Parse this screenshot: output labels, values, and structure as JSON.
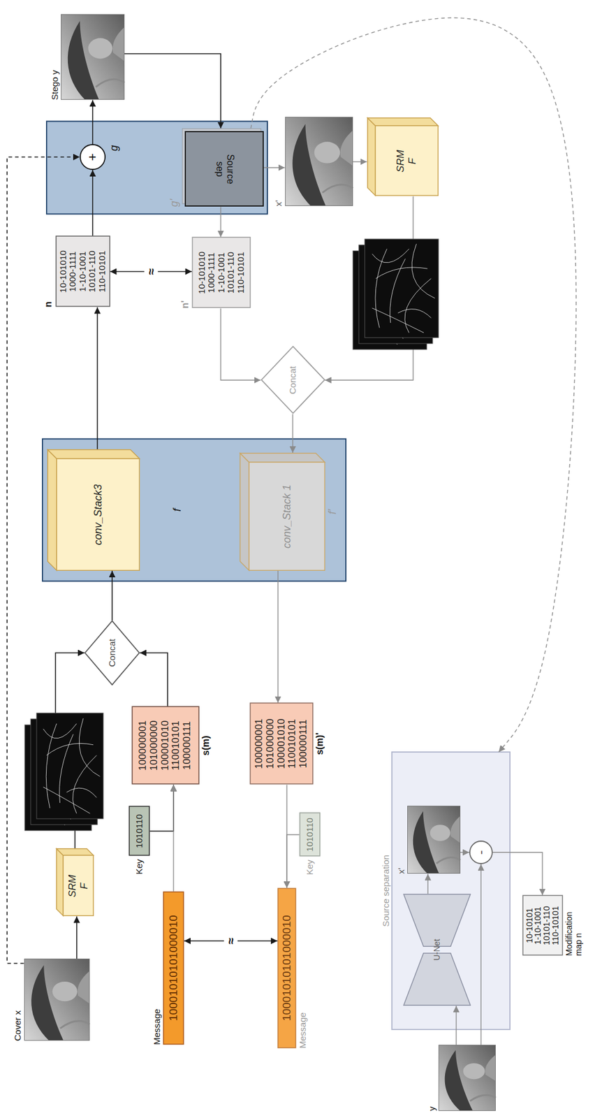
{
  "diagram": {
    "nodes": [
      {
        "text": [
          "Cover x"
        ]
      },
      {
        "text": [
          "SRM F"
        ]
      },
      {
        "text": [
          "1010110",
          "Key"
        ]
      },
      {
        "text": [
          "10001010101000010",
          "Message"
        ]
      },
      {
        "text": [
          "100000001 101000000 100001010 110010101 100000111",
          "s(m)"
        ]
      },
      {
        "text": [
          "Concat"
        ]
      },
      {
        "text": [
          "f"
        ]
      },
      {
        "text": [
          "conv_Stack3"
        ],
        "in": 6
      },
      {
        "text": [
          "conv_Stack 1",
          "f'"
        ],
        "in": 6
      },
      {
        "text": [
          "10-101010 1000-1111 1-10-1001 10101-110 110-10101",
          "n"
        ]
      },
      {
        "text": [
          "g"
        ]
      },
      {
        "text": [
          "+"
        ],
        "in": 10
      },
      {
        "text": [
          "Source sep",
          "g'"
        ],
        "in": 10
      },
      {
        "text": [
          "Stego y"
        ]
      },
      {
        "text": [
          "10-101010 1000-1111 1-10-1001 10101-110 110-10101",
          "n'"
        ]
      },
      {
        "text": [
          "x'"
        ]
      },
      {
        "text": [
          "SRM F"
        ]
      },
      {
        "text": [
          "Concat"
        ]
      },
      {
        "text": [
          "100000001 101000000 100001010 110010101 100000111",
          "s(m)'"
        ]
      },
      {
        "text": [
          "1010110",
          "Key"
        ]
      },
      {
        "text": [
          "10001010101000010",
          "Message"
        ]
      },
      {
        "text": [
          "Source separation"
        ]
      },
      {
        "text": [
          "U-Net"
        ],
        "in": 21
      },
      {
        "text": [
          "x'"
        ],
        "in": 21
      },
      {
        "text": [
          "-"
        ],
        "in": 21
      },
      {
        "text": [
          "y"
        ]
      },
      {
        "text": [
          "10-10101 1-10-1001 10101-110 110-10101",
          "Modification map n"
        ]
      }
    ],
    "edges": [
      {
        "from": 0,
        "to": 1,
        "arrow": "to"
      },
      {
        "from": 1,
        "to": 5,
        "arrow": "to"
      },
      {
        "from": 2,
        "to": 4,
        "arrow": "to"
      },
      {
        "from": 3,
        "to": 4,
        "arrow": "to"
      },
      {
        "from": 4,
        "to": 5,
        "arrow": "to"
      },
      {
        "from": 5,
        "to": 7,
        "arrow": "to"
      },
      {
        "from": 7,
        "to": 9,
        "arrow": "to"
      },
      {
        "from": 9,
        "to": 11,
        "arrow": "to"
      },
      {
        "from": 0,
        "to": 11,
        "arrow": "to"
      },
      {
        "from": 11,
        "to": 13,
        "arrow": "to"
      },
      {
        "from": 13,
        "to": 12,
        "arrow": "to"
      },
      {
        "from": 12,
        "to": 14,
        "arrow": "to"
      },
      {
        "from": 12,
        "to": 15,
        "arrow": "to"
      },
      {
        "from": 9,
        "to": 14,
        "label": "≈",
        "arrow": "both"
      },
      {
        "from": 15,
        "to": 16,
        "arrow": "to"
      },
      {
        "from": 16,
        "to": 17,
        "arrow": "to"
      },
      {
        "from": 14,
        "to": 17,
        "arrow": "to"
      },
      {
        "from": 17,
        "to": 8,
        "arrow": "to"
      },
      {
        "from": 8,
        "to": 18,
        "arrow": "to"
      },
      {
        "from": 18,
        "to": 20,
        "arrow": "to"
      },
      {
        "from": 19,
        "to": 20,
        "arrow": "to"
      },
      {
        "from": 3,
        "to": 20,
        "label": "≈",
        "arrow": "both"
      },
      {
        "from": 12,
        "to": 21,
        "arrow": "to"
      },
      {
        "from": 25,
        "to": 22,
        "arrow": "to"
      },
      {
        "from": 22,
        "to": 23,
        "arrow": "to"
      },
      {
        "from": 23,
        "to": 24,
        "arrow": "to"
      },
      {
        "from": 25,
        "to": 24,
        "arrow": "to"
      },
      {
        "from": 24,
        "to": 26,
        "arrow": "to"
      }
    ]
  }
}
